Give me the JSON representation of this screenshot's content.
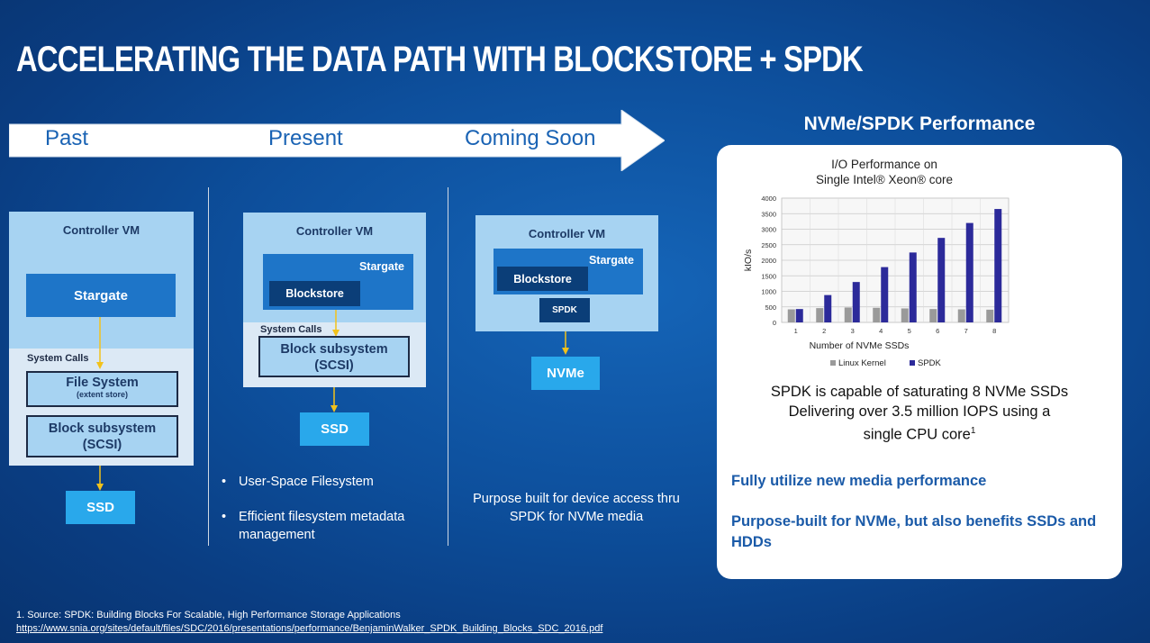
{
  "title": "ACCELERATING THE DATA PATH WITH BLOCKSTORE + SPDK",
  "timeline": {
    "past": "Past",
    "present": "Present",
    "coming_soon": "Coming Soon"
  },
  "past": {
    "controller_vm": "Controller VM",
    "stargate": "Stargate",
    "system_calls": "System Calls",
    "file_system": "File System",
    "file_system_sub": "(extent store)",
    "block_subsystem": "Block subsystem",
    "block_subsystem_sub": "(SCSI)",
    "ssd": "SSD"
  },
  "present": {
    "controller_vm": "Controller VM",
    "stargate": "Stargate",
    "blockstore": "Blockstore",
    "system_calls": "System Calls",
    "block_subsystem": "Block subsystem",
    "block_subsystem_sub": "(SCSI)",
    "ssd": "SSD",
    "bullets": [
      "User-Space Filesystem",
      "Efficient filesystem metadata management"
    ]
  },
  "coming_soon": {
    "controller_vm": "Controller VM",
    "stargate": "Stargate",
    "blockstore": "Blockstore",
    "spdk": "SPDK",
    "nvme": "NVMe",
    "description": "Purpose built for device access thru SPDK for NVMe media"
  },
  "performance": {
    "title": "NVMe/SPDK Performance",
    "claim_line1": "SPDK is capable of saturating 8 NVMe SSDs",
    "claim_line2": "Delivering over 3.5 million IOPS using a",
    "claim_line3": "single CPU core",
    "claim_sup": "1",
    "bullet1": "Fully utilize new media performance",
    "bullet2": "Purpose-built for NVMe, but also benefits SSDs and HDDs"
  },
  "chart_data": {
    "type": "bar",
    "title": "I/O Performance on Single Intel® Xeon® core",
    "xlabel": "Number of NVMe SSDs",
    "ylabel": "kIO/s",
    "categories": [
      "1",
      "2",
      "3",
      "4",
      "5",
      "6",
      "7",
      "8"
    ],
    "yticks": [
      "0",
      "500",
      "1000",
      "1500",
      "2000",
      "2500",
      "3000",
      "3500",
      "4000"
    ],
    "ylim": [
      0,
      4000
    ],
    "grid": true,
    "legend": "bottom",
    "series": [
      {
        "name": "Linux Kernel",
        "color": "#9a9a9a",
        "values": [
          420,
          460,
          480,
          470,
          450,
          430,
          420,
          410
        ]
      },
      {
        "name": "SPDK",
        "color": "#2c2a9a",
        "values": [
          430,
          880,
          1300,
          1780,
          2250,
          2720,
          3200,
          3650
        ]
      }
    ]
  },
  "footnote": {
    "line1": "1. Source: SPDK: Building Blocks For Scalable, High Performance Storage Applications",
    "link": "https://www.snia.org/sites/default/files/SDC/2016/presentations/performance/BenjaminWalker_SPDK_Building_Blocks_SDC_2016.pdf"
  }
}
